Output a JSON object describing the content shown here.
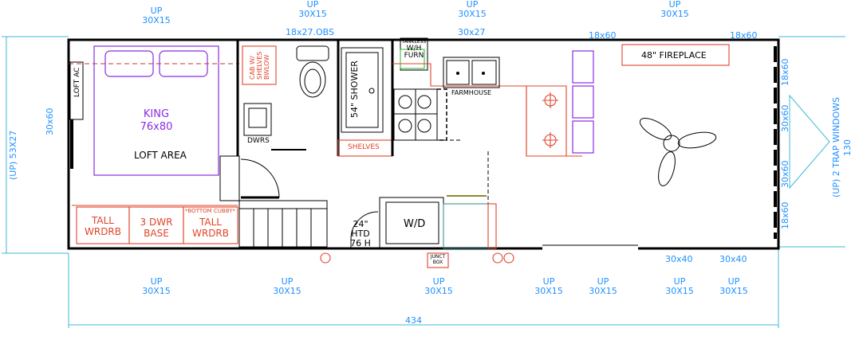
{
  "dimensions": {
    "width_overall": "434",
    "height_overall": "(UP) 53X27",
    "height_partial": "130",
    "right_side": "(UP) 2 TRAP WINDOWS"
  },
  "windows_top": [
    {
      "up": "UP",
      "size": "30X15"
    },
    {
      "up": "UP",
      "size": "30X15"
    },
    {
      "up": "UP",
      "size": "30X15"
    },
    {
      "up": "UP",
      "size": "30X15"
    }
  ],
  "windows_bottom": [
    {
      "up": "UP",
      "size": "30X15"
    },
    {
      "up": "UP",
      "size": "30X15"
    },
    {
      "up": "UP",
      "size": "30X15"
    },
    {
      "up": "UP",
      "size": "30X15"
    },
    {
      "up": "UP",
      "size": "30X15"
    },
    {
      "up": "UP",
      "size": "30X15"
    },
    {
      "up": "UP",
      "size": "30X15"
    }
  ],
  "wall_windows": {
    "top1": "18x27.OBS",
    "top2": "30x27",
    "top3": "18x60",
    "top4": "18x60",
    "right1": "18x60",
    "right2": "30x60",
    "right3": "30x60",
    "right4": "18x60",
    "left": "30x60",
    "bottom1": "30x40",
    "bottom2": "30x40"
  },
  "rooms": {
    "bed": "KING",
    "bed_size": "76x80",
    "loft": "LOFT AREA",
    "loft_ac": "LOFT AC",
    "tall_wrdrb_left_1": "TALL",
    "tall_wrdrb_left_2": "WRDRB",
    "dwr_1": "3 DWR",
    "dwr_2": "BASE",
    "bottom_cubby": "*BOTTOM CUBBY*",
    "tall_wrdrb_right_1": "TALL",
    "tall_wrdrb_right_2": "WRDRB",
    "cab_1": "CAB W/",
    "cab_2": "SHELVES",
    "cab_3": "BWLOW",
    "dwrs": "DWRS",
    "shower": "54\" SHOWER",
    "shelves": "SHELVES",
    "tankless_1": "TANKLESS",
    "tankless_2": "W/H",
    "tankless_3": "FURN",
    "farmhouse": "FARMHOUSE",
    "fireplace": "48\" FIREPLACE",
    "wd": "W/D",
    "htd_1": "24\"",
    "htd_2": "HTD",
    "htd_3": "76 H",
    "junct_1": "JUNCT",
    "junct_2": "BOX"
  }
}
